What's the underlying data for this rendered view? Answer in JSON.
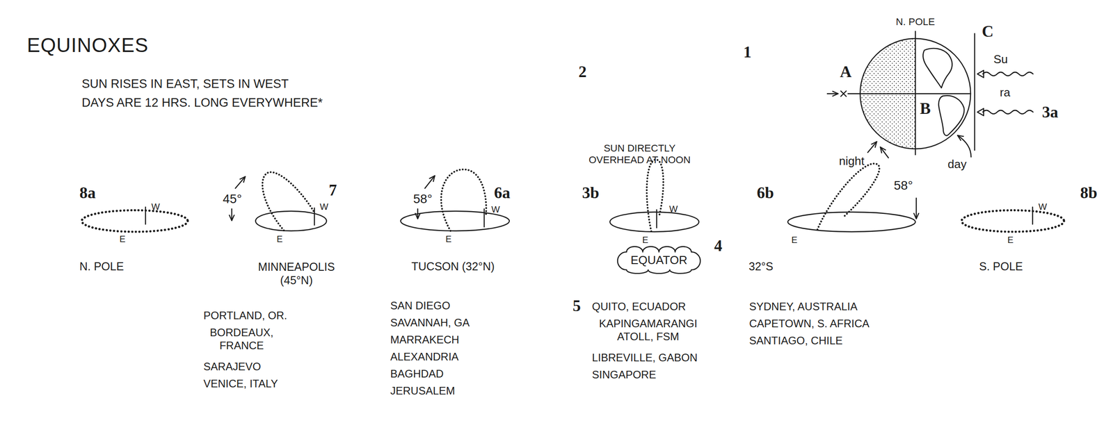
{
  "diagram": {
    "title": "EQUINOXES",
    "nodes": [
      {
        "text": [
          "EQUATOR"
        ]
      }
    ],
    "labels": [
      "1",
      "2",
      "SUN RISES IN EAST, SETS IN WEST",
      "DAYS ARE 12 HRS. LONG EVERYWHERE*",
      "N. POLE",
      "A",
      "B",
      "C",
      "Su",
      "ra",
      "3a",
      "night",
      "day",
      "SUN DIRECTLY OVERHEAD AT NOON",
      "8a",
      "7",
      "6a",
      "3b",
      "6b",
      "8b",
      "W",
      "E",
      "45°",
      "W",
      "E",
      "58°",
      "W",
      "E",
      "W",
      "E",
      "4",
      "E",
      "58°",
      "W",
      "E",
      "N. POLE",
      "MINNEAPOLIS (45°N)",
      "TUCSON (32°N)",
      "32°S",
      "S. POLE",
      "5",
      "PORTLAND, OR.",
      "BORDEAUX, FRANCE",
      "SARAJEVO",
      "VENICE, ITALY",
      "SAN DIEGO",
      "SAVANNAH, GA",
      "MARRAKECH",
      "ALEXANDRIA",
      "BAGHDAD",
      "JERUSALEM",
      "QUITO, ECUADOR",
      "KAPINGAMARANGI ATOLL, FSM",
      "LIBREVILLE, GABON",
      "SINGAPORE",
      "SYDNEY, AUSTRALIA",
      "CAPETOWN, S. AFRICA",
      "SANTIAGO, CHILE"
    ]
  }
}
